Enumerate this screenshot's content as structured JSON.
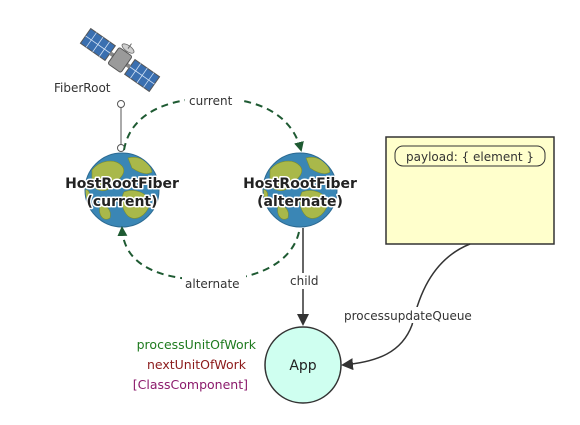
{
  "nodes": {
    "fiber_root": "FiberRoot",
    "host_current": {
      "line1": "HostRootFiber",
      "line2": "(current)"
    },
    "host_alternate": {
      "line1": "HostRootFiber",
      "line2": "(alternate)"
    },
    "app": "App"
  },
  "edges": {
    "current": "current",
    "alternate": "alternate",
    "child": "child",
    "process_update_queue": "processupdateQueue"
  },
  "note": {
    "payload": "payload: { element }"
  },
  "legend": {
    "process_unit": "processUnitOfWork",
    "next_unit": "nextUnitOfWork",
    "class_component": "[ClassComponent]"
  },
  "colors": {
    "arrow_dashed": "#1e5a32",
    "arrow_solid": "#333333",
    "ocean": "#3a86b5",
    "land": "#a9b84a",
    "app_fill": "#cffff0",
    "note_fill": "#ffffcc",
    "process_unit_text": "#1f7a1f",
    "next_unit_text": "#8b1a1a",
    "class_component_text": "#8b1a6b"
  },
  "icons": {
    "satellite": "satellite-icon",
    "globe": "earth-globe-icon"
  }
}
